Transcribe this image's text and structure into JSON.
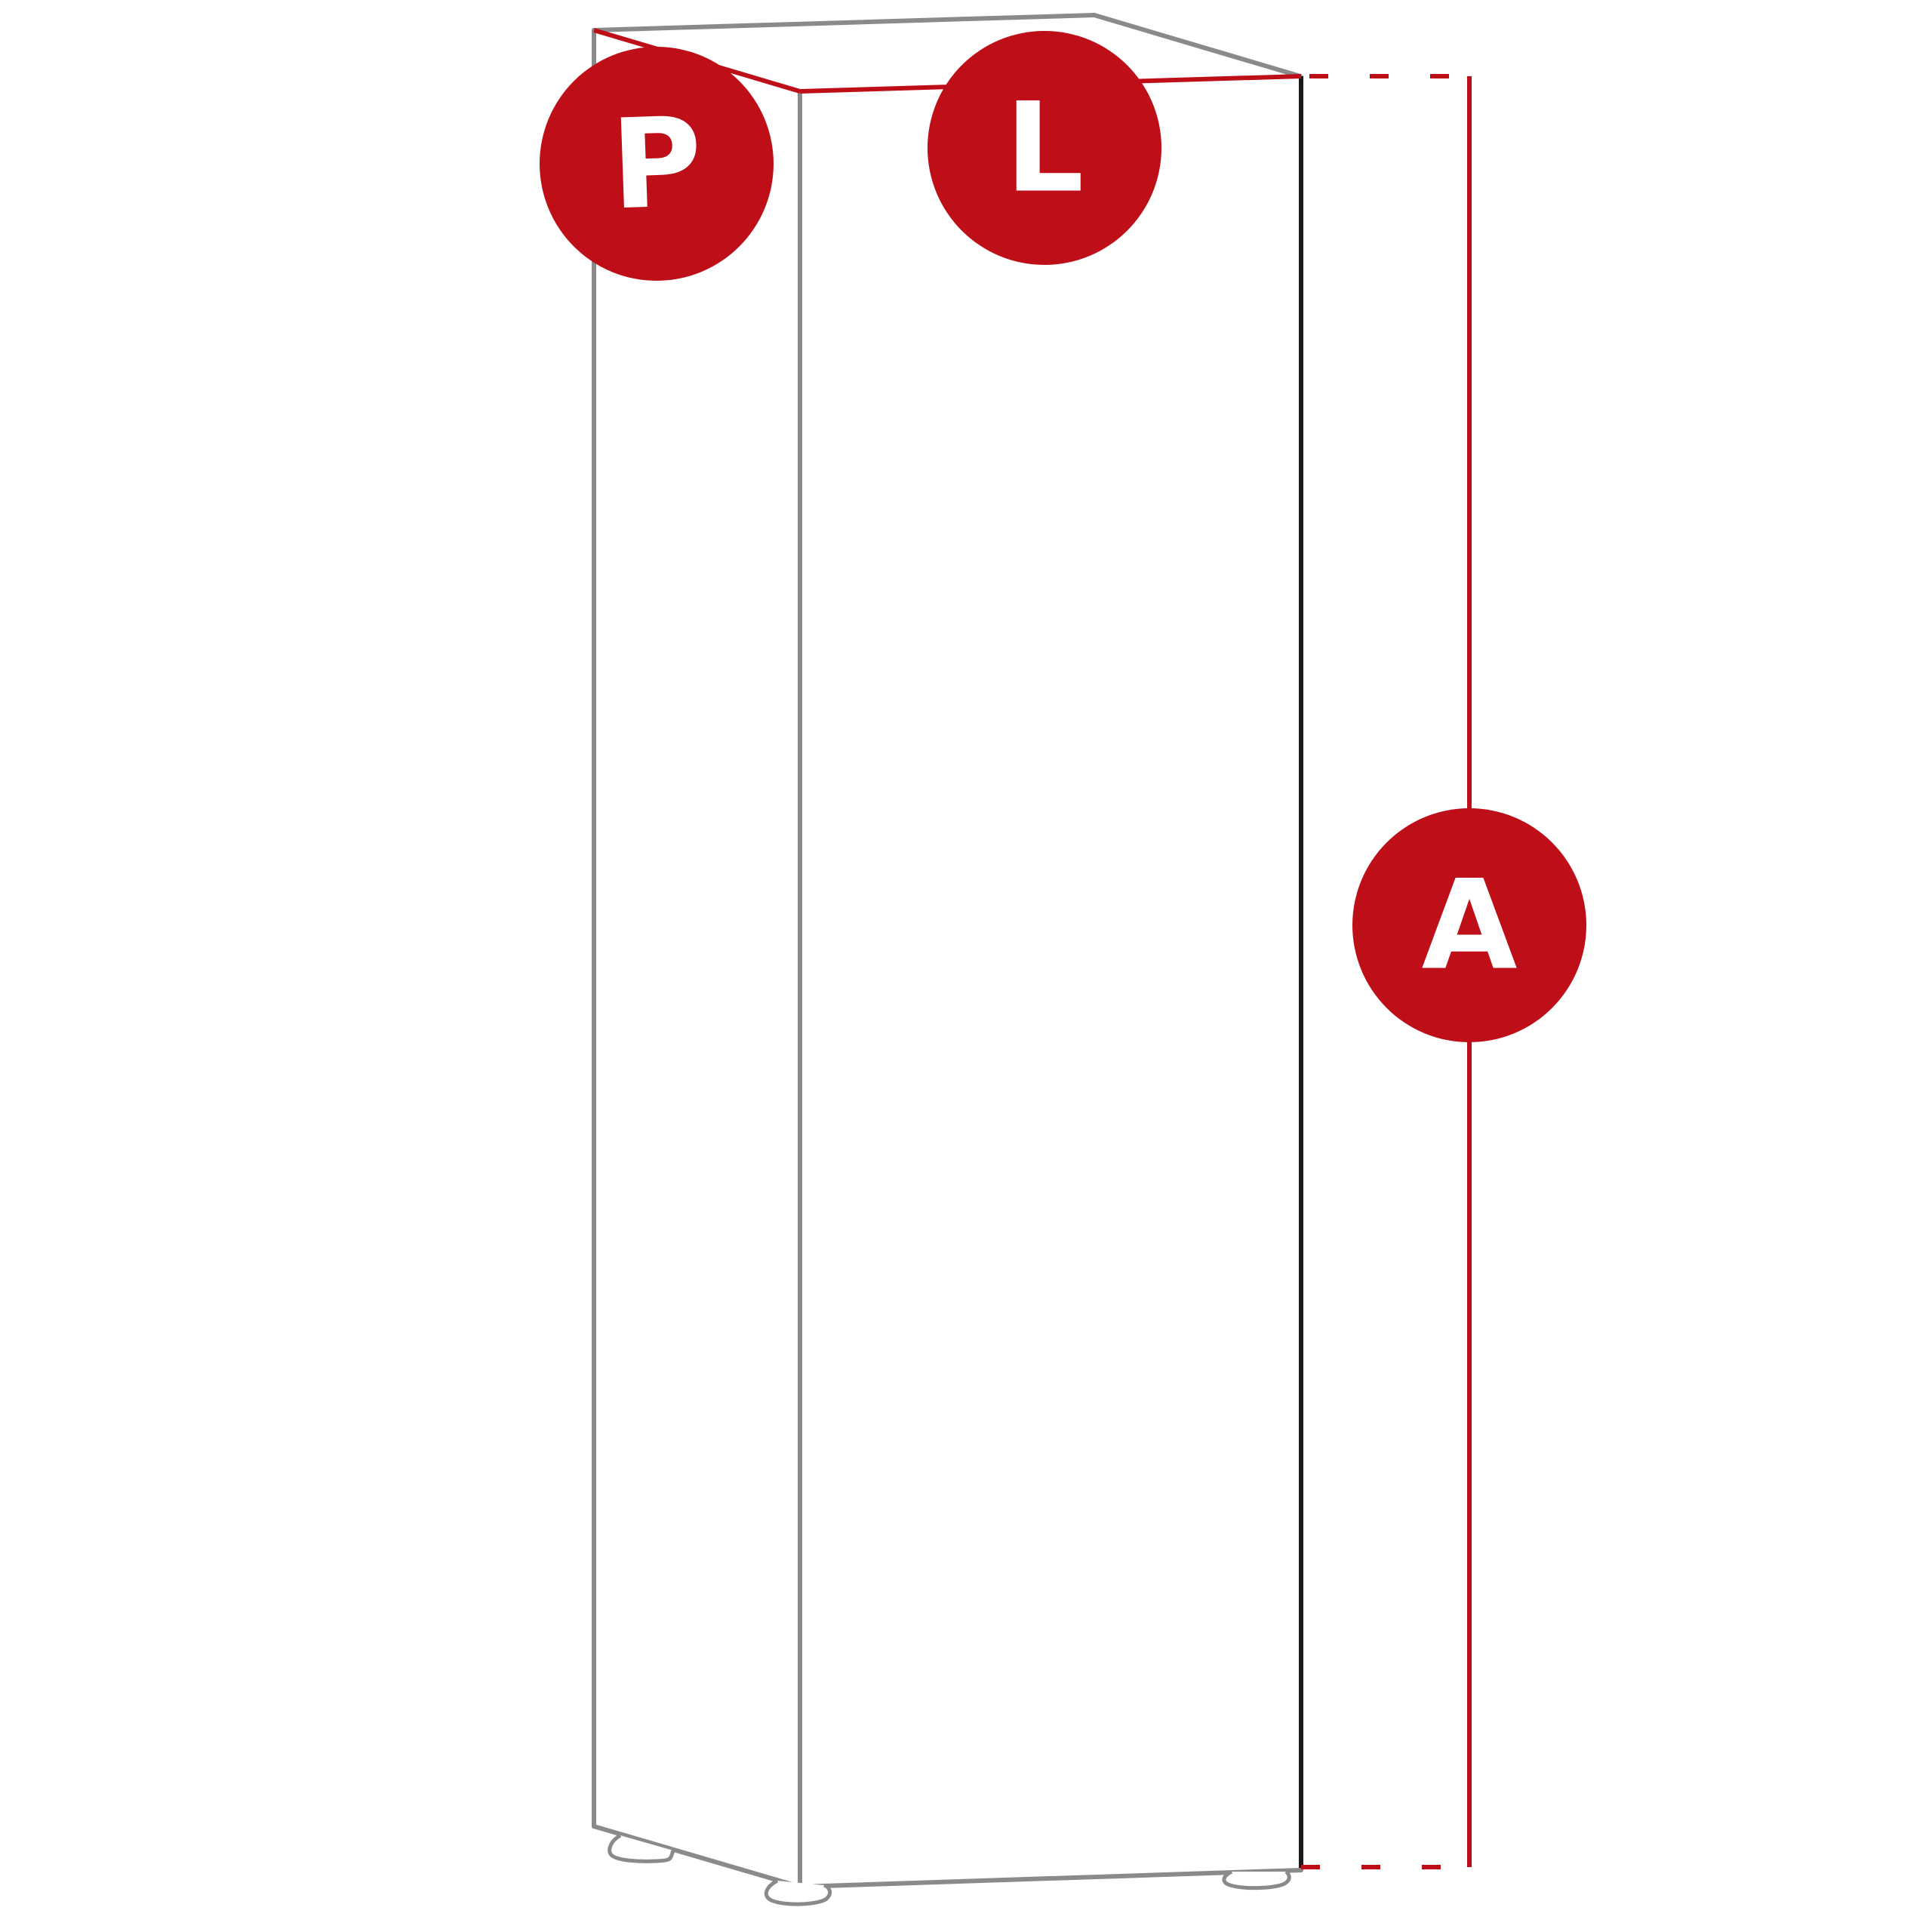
{
  "diagram": {
    "labels": {
      "depth": "P",
      "width": "L",
      "height": "A"
    },
    "colors": {
      "accent": "#be0f19",
      "outline": "#8a8a8a",
      "front_edge": "#1a1a1a",
      "label_text": "#ffffff",
      "background": "#ffffff"
    }
  }
}
